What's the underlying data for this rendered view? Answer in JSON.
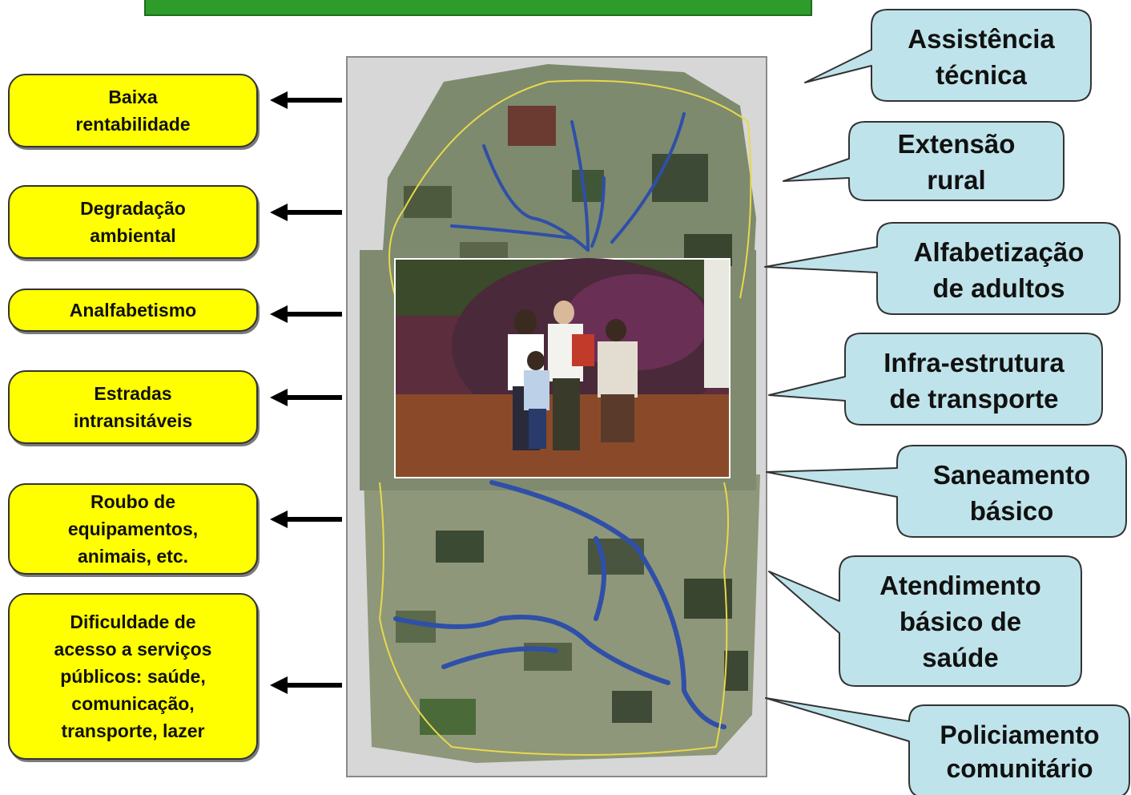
{
  "problems": [
    {
      "label": "Baixa\nrentabilidade"
    },
    {
      "label": "Degradação\nambiental"
    },
    {
      "label": "Analfabetismo"
    },
    {
      "label": "Estradas\nintransitáveis"
    },
    {
      "label": "Roubo de\nequipamentos,\nanimais, etc."
    },
    {
      "label": "Dificuldade de\nacesso a serviços\npúblicos: saúde,\ncomunicação,\ntransporte, lazer"
    }
  ],
  "solutions": [
    {
      "label": "Assistência\ntécnica"
    },
    {
      "label": "Extensão\nrural"
    },
    {
      "label": "Alfabetização\nde adultos"
    },
    {
      "label": "Infra-estrutura\nde transporte"
    },
    {
      "label": "Saneamento\nbásico"
    },
    {
      "label": "Atendimento\nbásico de\nsaúde"
    },
    {
      "label": "Policiamento\ncomunitário"
    }
  ],
  "colors": {
    "problem_fill": "#ffff00",
    "solution_fill": "#bfe3ea",
    "title_bar": "#2e9c2a",
    "river": "#2f4fa8",
    "boundary": "#e8d84a"
  }
}
